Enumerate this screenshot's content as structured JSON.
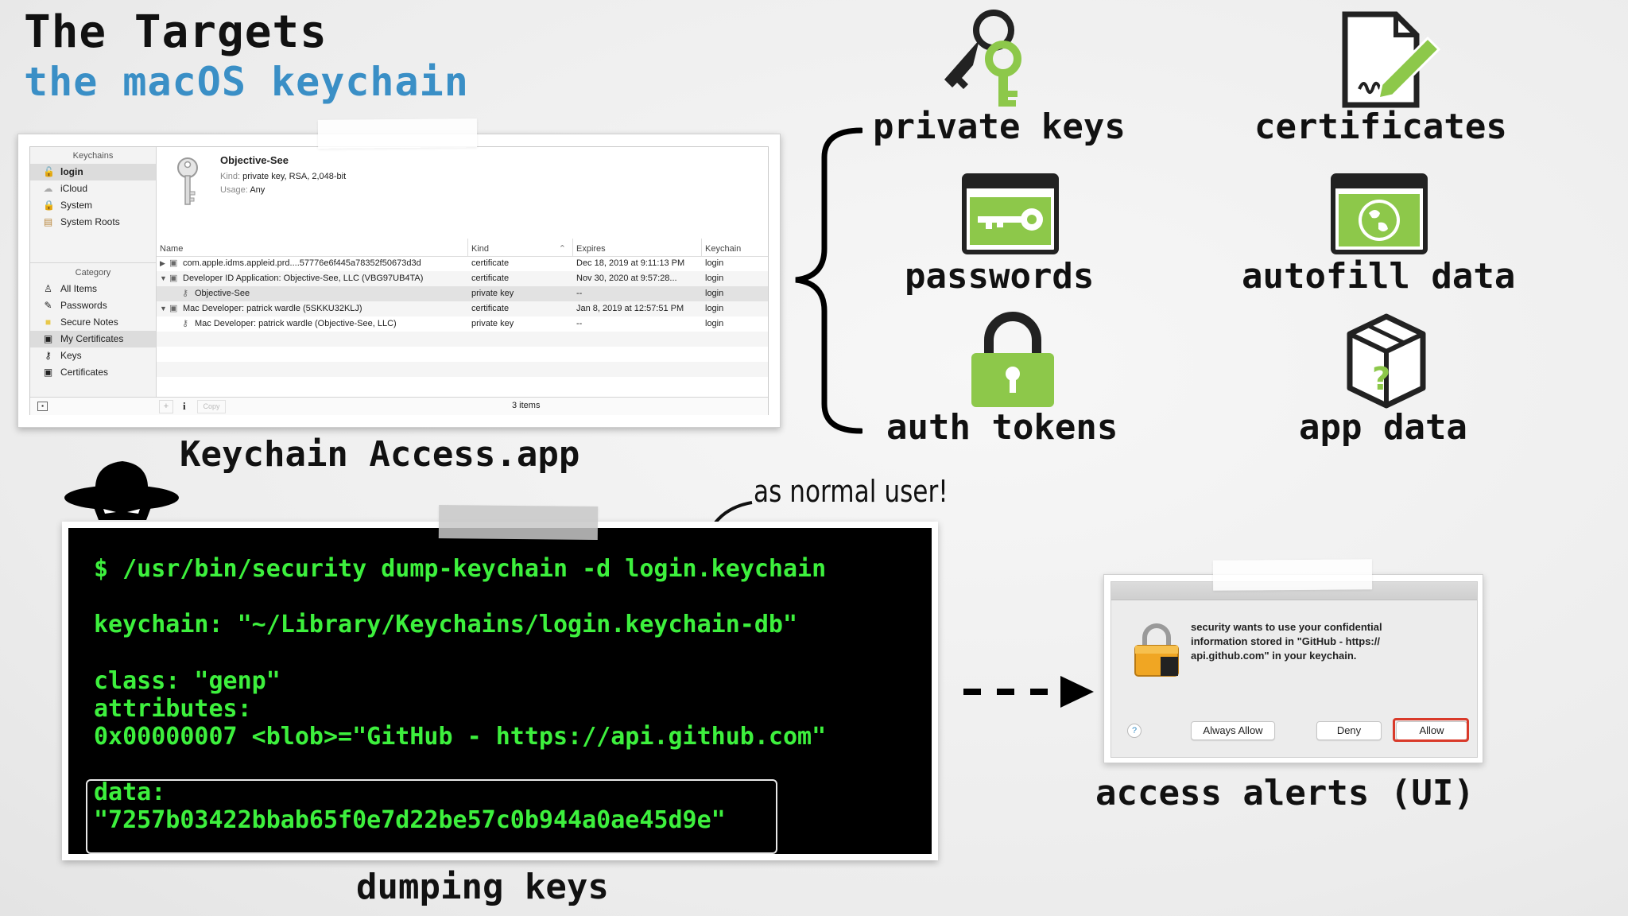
{
  "title": "The Targets",
  "subtitle": "the macOS keychain",
  "keychain_app": {
    "caption": "Keychain Access.app",
    "sidebar": {
      "keychains_header": "Keychains",
      "keychains": [
        "login",
        "iCloud",
        "System",
        "System Roots"
      ],
      "category_header": "Category",
      "categories": [
        "All Items",
        "Passwords",
        "Secure Notes",
        "My Certificates",
        "Keys",
        "Certificates"
      ]
    },
    "detail": {
      "name": "Objective-See",
      "kind_label": "Kind:",
      "kind_value": "private key, RSA, 2,048-bit",
      "usage_label": "Usage:",
      "usage_value": "Any"
    },
    "table": {
      "columns": [
        "Name",
        "Kind",
        "Expires",
        "Keychain"
      ],
      "rows": [
        {
          "name": "com.apple.idms.appleid.prd....57776e6f445a78352f50673d3d",
          "kind": "certificate",
          "expires": "Dec 18, 2019 at 9:11:13 PM",
          "keychain": "login",
          "disclosure": "▶",
          "indent": 0
        },
        {
          "name": "Developer ID Application: Objective-See, LLC (VBG97UB4TA)",
          "kind": "certificate",
          "expires": "Nov 30, 2020 at 9:57:28...",
          "keychain": "login",
          "disclosure": "▼",
          "indent": 0
        },
        {
          "name": "Objective-See",
          "kind": "private key",
          "expires": "--",
          "keychain": "login",
          "disclosure": "",
          "indent": 1
        },
        {
          "name": "Mac Developer: patrick wardle (5SKKU32KLJ)",
          "kind": "certificate",
          "expires": "Jan 8, 2019 at 12:57:51 PM",
          "keychain": "login",
          "disclosure": "▼",
          "indent": 0
        },
        {
          "name": "Mac Developer: patrick wardle (Objective-See, LLC)",
          "kind": "private key",
          "expires": "--",
          "keychain": "login",
          "disclosure": "",
          "indent": 1
        }
      ]
    },
    "bottom": {
      "plus": "+",
      "info": "i",
      "copy": "Copy",
      "count": "3 items"
    }
  },
  "targets": {
    "private_keys": "private keys",
    "certificates": "certificates",
    "passwords": "passwords",
    "autofill": "autofill data",
    "auth_tokens": "auth tokens",
    "app_data": "app data"
  },
  "terminal": {
    "line1": "$ /usr/bin/security dump-keychain -d login.keychain",
    "line2": "keychain: \"~/Library/Keychains/login.keychain-db\"",
    "line3": "class: \"genp\"",
    "line4": "attributes:",
    "line5": "0x00000007 <blob>=\"GitHub - https://api.github.com\"",
    "line6": "data:",
    "line7": "\"7257b03422bbab65f0e7d22be57c0b944a0ae45d9e\"",
    "caption": "dumping keys",
    "note": "as normal user!"
  },
  "alert": {
    "message": "security wants to use your confidential information stored in \"GitHub - https:// api.github.com\" in your keychain.",
    "help": "?",
    "always_allow": "Always Allow",
    "deny": "Deny",
    "allow": "Allow",
    "caption": "access alerts (UI)"
  },
  "colors": {
    "accent_blue": "#3a8fc6",
    "icon_green": "#8dc84a",
    "terminal_green": "#3df03d",
    "allow_outline": "#d93a2a"
  }
}
